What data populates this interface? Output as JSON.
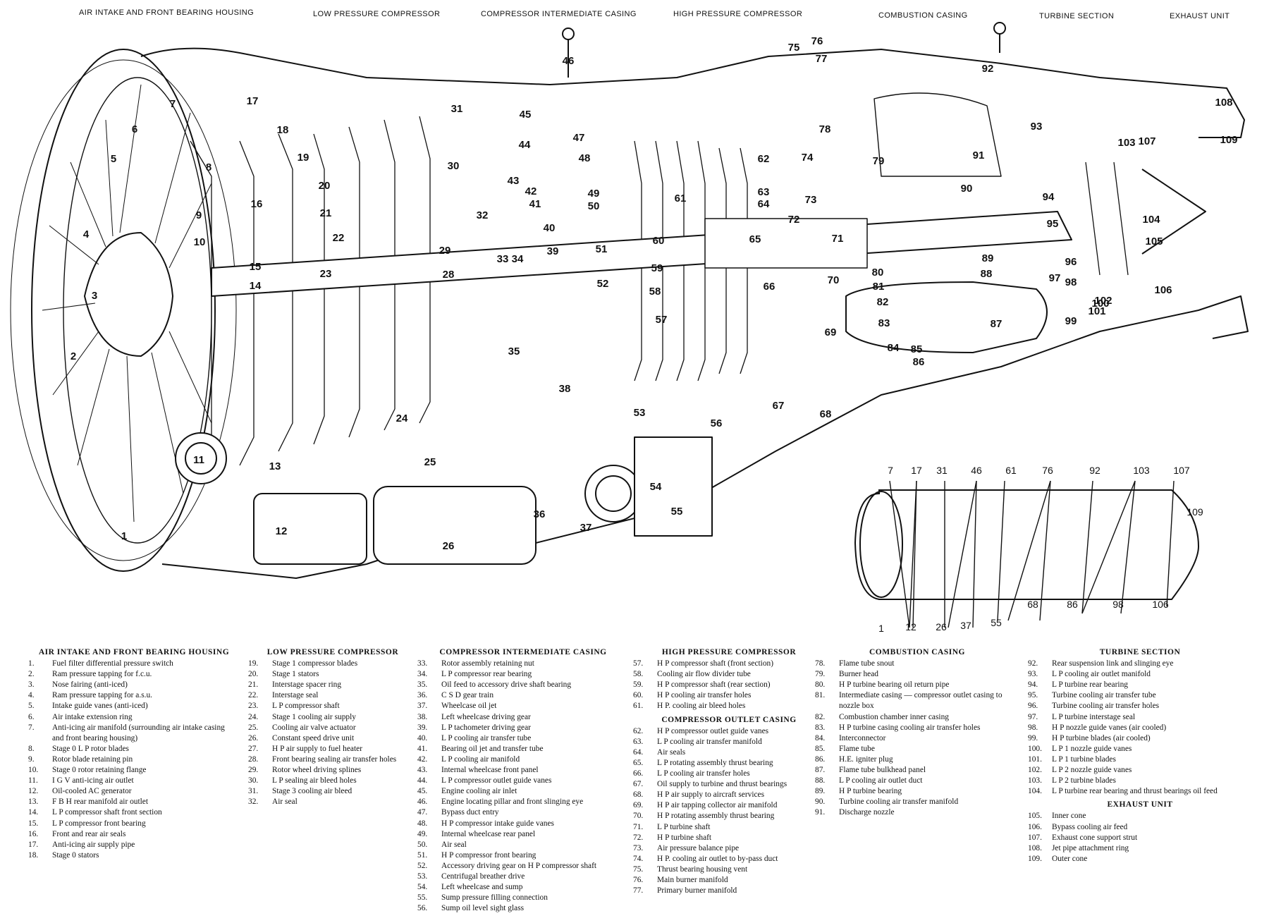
{
  "section_titles": [
    "AIR INTAKE AND FRONT BEARING HOUSING",
    "LOW PRESSURE COMPRESSOR",
    "COMPRESSOR INTERMEDIATE CASING",
    "HIGH PRESSURE COMPRESSOR",
    "COMBUSTION CASING",
    "TURBINE SECTION",
    "EXHAUST UNIT"
  ],
  "callouts": [
    "1",
    "2",
    "3",
    "4",
    "5",
    "6",
    "7",
    "8",
    "9",
    "10",
    "11",
    "12",
    "13",
    "14",
    "15",
    "16",
    "17",
    "18",
    "19",
    "20",
    "21",
    "22",
    "23",
    "24",
    "25",
    "26",
    "28",
    "29",
    "30",
    "31",
    "32",
    "33",
    "34",
    "35",
    "36",
    "37",
    "38",
    "39",
    "40",
    "41",
    "42",
    "43",
    "44",
    "45",
    "46",
    "47",
    "48",
    "49",
    "50",
    "51",
    "52",
    "53",
    "54",
    "55",
    "56",
    "57",
    "58",
    "59",
    "60",
    "61",
    "62",
    "63",
    "64",
    "65",
    "66",
    "67",
    "68",
    "69",
    "70",
    "71",
    "72",
    "73",
    "74",
    "75",
    "76",
    "77",
    "78",
    "79",
    "80",
    "81",
    "82",
    "83",
    "84",
    "85",
    "86",
    "87",
    "88",
    "89",
    "90",
    "91",
    "92",
    "93",
    "94",
    "95",
    "96",
    "97",
    "98",
    "99",
    "100",
    "101",
    "102",
    "103",
    "104",
    "105",
    "106",
    "107",
    "108",
    "109"
  ],
  "inset_top_labels": [
    "7",
    "17",
    "31",
    "46",
    "61",
    "76",
    "92",
    "103",
    "107",
    "109"
  ],
  "inset_bottom_labels": [
    "1",
    "12",
    "26",
    "37",
    "55",
    "68",
    "86",
    "98",
    "106"
  ],
  "legend": [
    {
      "heading": "AIR INTAKE AND FRONT BEARING HOUSING",
      "items": [
        {
          "n": "1.",
          "t": "Fuel filter differential pressure switch"
        },
        {
          "n": "2.",
          "t": "Ram pressure tapping for f.c.u."
        },
        {
          "n": "3.",
          "t": "Nose fairing (anti-iced)"
        },
        {
          "n": "4.",
          "t": "Ram pressure tapping for a.s.u."
        },
        {
          "n": "5.",
          "t": "Intake guide vanes (anti-iced)"
        },
        {
          "n": "6.",
          "t": "Air intake extension ring"
        },
        {
          "n": "7.",
          "t": "Anti-icing air manifold (surrounding air intake casing and front bearing housing)"
        },
        {
          "n": "8.",
          "t": "Stage 0 L P rotor blades"
        },
        {
          "n": "9.",
          "t": "Rotor blade retaining pin"
        },
        {
          "n": "10.",
          "t": "Stage 0 rotor retaining flange"
        },
        {
          "n": "11.",
          "t": "I G V anti-icing air outlet"
        },
        {
          "n": "12.",
          "t": "Oil-cooled AC generator"
        },
        {
          "n": "13.",
          "t": "F B H rear manifold air outlet"
        },
        {
          "n": "14.",
          "t": "L P compressor shaft front section"
        },
        {
          "n": "15.",
          "t": "L P compressor front bearing"
        },
        {
          "n": "16.",
          "t": "Front and rear air seals"
        },
        {
          "n": "17.",
          "t": "Anti-icing air supply pipe"
        },
        {
          "n": "18.",
          "t": "Stage 0 stators"
        }
      ]
    },
    {
      "heading": "LOW PRESSURE COMPRESSOR",
      "items": [
        {
          "n": "19.",
          "t": "Stage 1 compressor blades"
        },
        {
          "n": "20.",
          "t": "Stage 1 stators"
        },
        {
          "n": "21.",
          "t": "Interstage spacer ring"
        },
        {
          "n": "22.",
          "t": "Interstage seal"
        },
        {
          "n": "23.",
          "t": "L P compressor shaft"
        },
        {
          "n": "24.",
          "t": "Stage 1 cooling air supply"
        },
        {
          "n": "25.",
          "t": "Cooling air valve actuator"
        },
        {
          "n": "26.",
          "t": "Constant speed drive unit"
        },
        {
          "n": "27.",
          "t": "H P air supply to fuel heater"
        },
        {
          "n": "28.",
          "t": "Front bearing sealing air transfer holes"
        },
        {
          "n": "29.",
          "t": "Rotor wheel driving splines"
        },
        {
          "n": "30.",
          "t": "L P sealing air bleed holes"
        },
        {
          "n": "31.",
          "t": "Stage 3 cooling air bleed"
        },
        {
          "n": "32.",
          "t": "Air seal"
        }
      ]
    },
    {
      "heading": "COMPRESSOR INTERMEDIATE CASING",
      "items": [
        {
          "n": "33.",
          "t": "Rotor assembly retaining nut"
        },
        {
          "n": "34.",
          "t": "L P compressor rear bearing"
        },
        {
          "n": "35.",
          "t": "Oil feed to accessory drive shaft bearing"
        },
        {
          "n": "36.",
          "t": "C S D gear train"
        },
        {
          "n": "37.",
          "t": "Wheelcase oil jet"
        },
        {
          "n": "38.",
          "t": "Left wheelcase driving gear"
        },
        {
          "n": "39.",
          "t": "L P tachometer driving gear"
        },
        {
          "n": "40.",
          "t": "L P cooling air transfer tube"
        },
        {
          "n": "41.",
          "t": "Bearing oil jet and transfer tube"
        },
        {
          "n": "42.",
          "t": "L P cooling air manifold"
        },
        {
          "n": "43.",
          "t": "Internal wheelcase front panel"
        },
        {
          "n": "44.",
          "t": "L P compressor outlet guide vanes"
        },
        {
          "n": "45.",
          "t": "Engine cooling air inlet"
        },
        {
          "n": "46.",
          "t": "Engine locating pillar and front slinging eye"
        },
        {
          "n": "47.",
          "t": "Bypass duct entry"
        },
        {
          "n": "48.",
          "t": "H P compressor intake guide vanes"
        },
        {
          "n": "49.",
          "t": "Internal wheelcase rear panel"
        },
        {
          "n": "50.",
          "t": "Air seal"
        },
        {
          "n": "51.",
          "t": "H P compressor front bearing"
        },
        {
          "n": "52.",
          "t": "Accessory driving gear on H P compressor shaft"
        },
        {
          "n": "53.",
          "t": "Centrifugal breather drive"
        },
        {
          "n": "54.",
          "t": "Left wheelcase and sump"
        },
        {
          "n": "55.",
          "t": "Sump pressure filling connection"
        },
        {
          "n": "56.",
          "t": "Sump oil level sight glass"
        }
      ]
    },
    {
      "heading": "HIGH PRESSURE COMPRESSOR",
      "items": [
        {
          "n": "57.",
          "t": "H P compressor shaft (front section)"
        },
        {
          "n": "58.",
          "t": "Cooling air flow divider tube"
        },
        {
          "n": "59.",
          "t": "H P compressor shaft (rear section)"
        },
        {
          "n": "60.",
          "t": "H P cooling air transfer holes"
        },
        {
          "n": "61.",
          "t": "H P. cooling air bleed holes"
        }
      ],
      "subheading": "COMPRESSOR OUTLET CASING",
      "subitems": [
        {
          "n": "62.",
          "t": "H P compressor outlet guide vanes"
        },
        {
          "n": "63.",
          "t": "L P cooling air transfer manifold"
        },
        {
          "n": "64.",
          "t": "Air seals"
        },
        {
          "n": "65.",
          "t": "L P rotating assembly thrust bearing"
        },
        {
          "n": "66.",
          "t": "L P cooling air transfer holes"
        },
        {
          "n": "67.",
          "t": "Oil supply to turbine and thrust bearings"
        },
        {
          "n": "68.",
          "t": "H P air supply to aircraft services"
        },
        {
          "n": "69.",
          "t": "H P air tapping collector air manifold"
        },
        {
          "n": "70.",
          "t": "H P rotating assembly thrust bearing"
        },
        {
          "n": "71.",
          "t": "L P turbine shaft"
        },
        {
          "n": "72.",
          "t": "H P turbine shaft"
        },
        {
          "n": "73.",
          "t": "Air pressure balance pipe"
        },
        {
          "n": "74.",
          "t": "H P. cooling air outlet to by-pass duct"
        },
        {
          "n": "75.",
          "t": "Thrust bearing housing vent"
        },
        {
          "n": "76.",
          "t": "Main burner manifold"
        },
        {
          "n": "77.",
          "t": "Primary burner manifold"
        }
      ]
    },
    {
      "heading": "COMBUSTION CASING",
      "items": [
        {
          "n": "78.",
          "t": "Flame tube snout"
        },
        {
          "n": "79.",
          "t": "Burner head"
        },
        {
          "n": "80.",
          "t": "H P turbine bearing oil return pipe"
        },
        {
          "n": "81.",
          "t": "Intermediate casing — compressor outlet casing to nozzle box"
        },
        {
          "n": "82.",
          "t": "Combustion chamber inner casing"
        },
        {
          "n": "83.",
          "t": "H P turbine casing cooling air transfer holes"
        },
        {
          "n": "84.",
          "t": "Interconnector"
        },
        {
          "n": "85.",
          "t": "Flame tube"
        },
        {
          "n": "86.",
          "t": "H.E. igniter plug"
        },
        {
          "n": "87.",
          "t": "Flame tube bulkhead panel"
        },
        {
          "n": "88.",
          "t": "L P cooling air outlet duct"
        },
        {
          "n": "89.",
          "t": "H P turbine bearing"
        },
        {
          "n": "90.",
          "t": "Turbine cooling air transfer manifold"
        },
        {
          "n": "91.",
          "t": "Discharge nozzle"
        }
      ]
    },
    {
      "heading": "TURBINE SECTION",
      "items": [
        {
          "n": "92.",
          "t": "Rear suspension link and slinging eye"
        },
        {
          "n": "93.",
          "t": "L P cooling air outlet manifold"
        },
        {
          "n": "94.",
          "t": "L P turbine rear bearing"
        },
        {
          "n": "95.",
          "t": "Turbine cooling air transfer tube"
        },
        {
          "n": "96.",
          "t": "Turbine cooling air transfer holes"
        },
        {
          "n": "97.",
          "t": "L P turbine interstage seal"
        },
        {
          "n": "98.",
          "t": "H P nozzle guide vanes (air cooled)"
        },
        {
          "n": "99.",
          "t": "H P turbine blades (air cooled)"
        },
        {
          "n": "100.",
          "t": "L P 1 nozzle guide vanes"
        },
        {
          "n": "101.",
          "t": "L P 1 turbine blades"
        },
        {
          "n": "102.",
          "t": "L P 2 nozzle guide vanes"
        },
        {
          "n": "103.",
          "t": "L P 2 turbine blades"
        },
        {
          "n": "104.",
          "t": "L P turbine rear bearing and thrust bearings oil feed"
        }
      ],
      "subheading": "EXHAUST UNIT",
      "subitems": [
        {
          "n": "105.",
          "t": "Inner cone"
        },
        {
          "n": "106.",
          "t": "Bypass cooling air feed"
        },
        {
          "n": "107.",
          "t": "Exhaust cone support strut"
        },
        {
          "n": "108.",
          "t": "Jet pipe attachment ring"
        },
        {
          "n": "109.",
          "t": "Outer cone"
        }
      ]
    }
  ]
}
